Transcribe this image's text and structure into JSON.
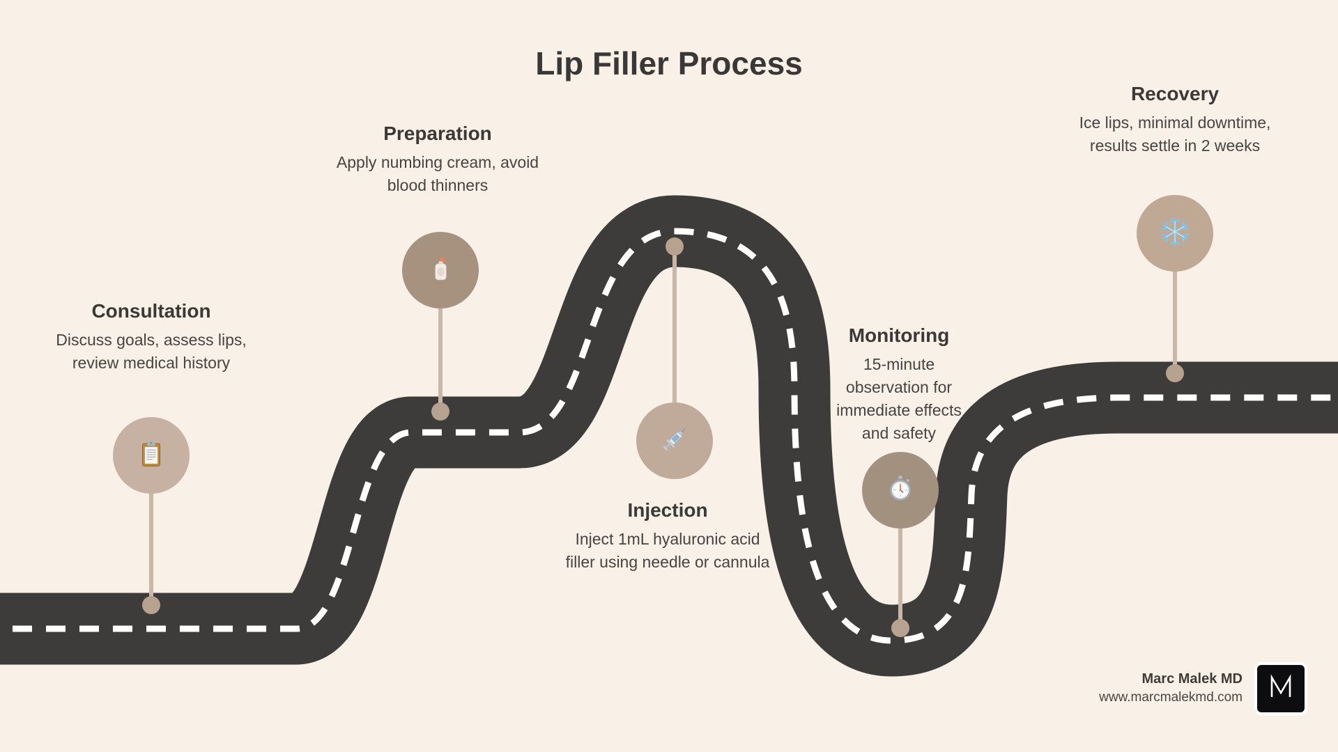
{
  "title": "Lip Filler Process",
  "colors": {
    "background": "#f9f0e8",
    "road": "#3e3c3a",
    "road_dash": "#ffffff",
    "stem": "#c9b7a7",
    "marker_dot": "#b7a290",
    "heading_text": "#3b3836",
    "body_text": "#474340"
  },
  "steps": [
    {
      "title": "Consultation",
      "description": "Discuss goals, assess lips, review medical history",
      "icon": "clipboard-icon",
      "circle_color": "#c6b1a3"
    },
    {
      "title": "Preparation",
      "description": "Apply numbing cream, avoid blood thinners",
      "icon": "lotion-bottle-icon",
      "circle_color": "#a6927f"
    },
    {
      "title": "Injection",
      "description": "Inject 1mL hyaluronic acid filler using needle or cannula",
      "icon": "syringe-icon",
      "circle_color": "#c0ab9a"
    },
    {
      "title": "Monitoring",
      "description": "15-minute observation for immediate effects and safety",
      "icon": "stopwatch-icon",
      "circle_color": "#a3917f"
    },
    {
      "title": "Recovery",
      "description": "Ice lips, minimal downtime, results settle in 2 weeks",
      "icon": "snowflake-icon",
      "circle_color": "#bfa994"
    }
  ],
  "footer": {
    "name": "Marc Malek MD",
    "website": "www.marcmalekmd.com",
    "logo_letter": "M"
  }
}
